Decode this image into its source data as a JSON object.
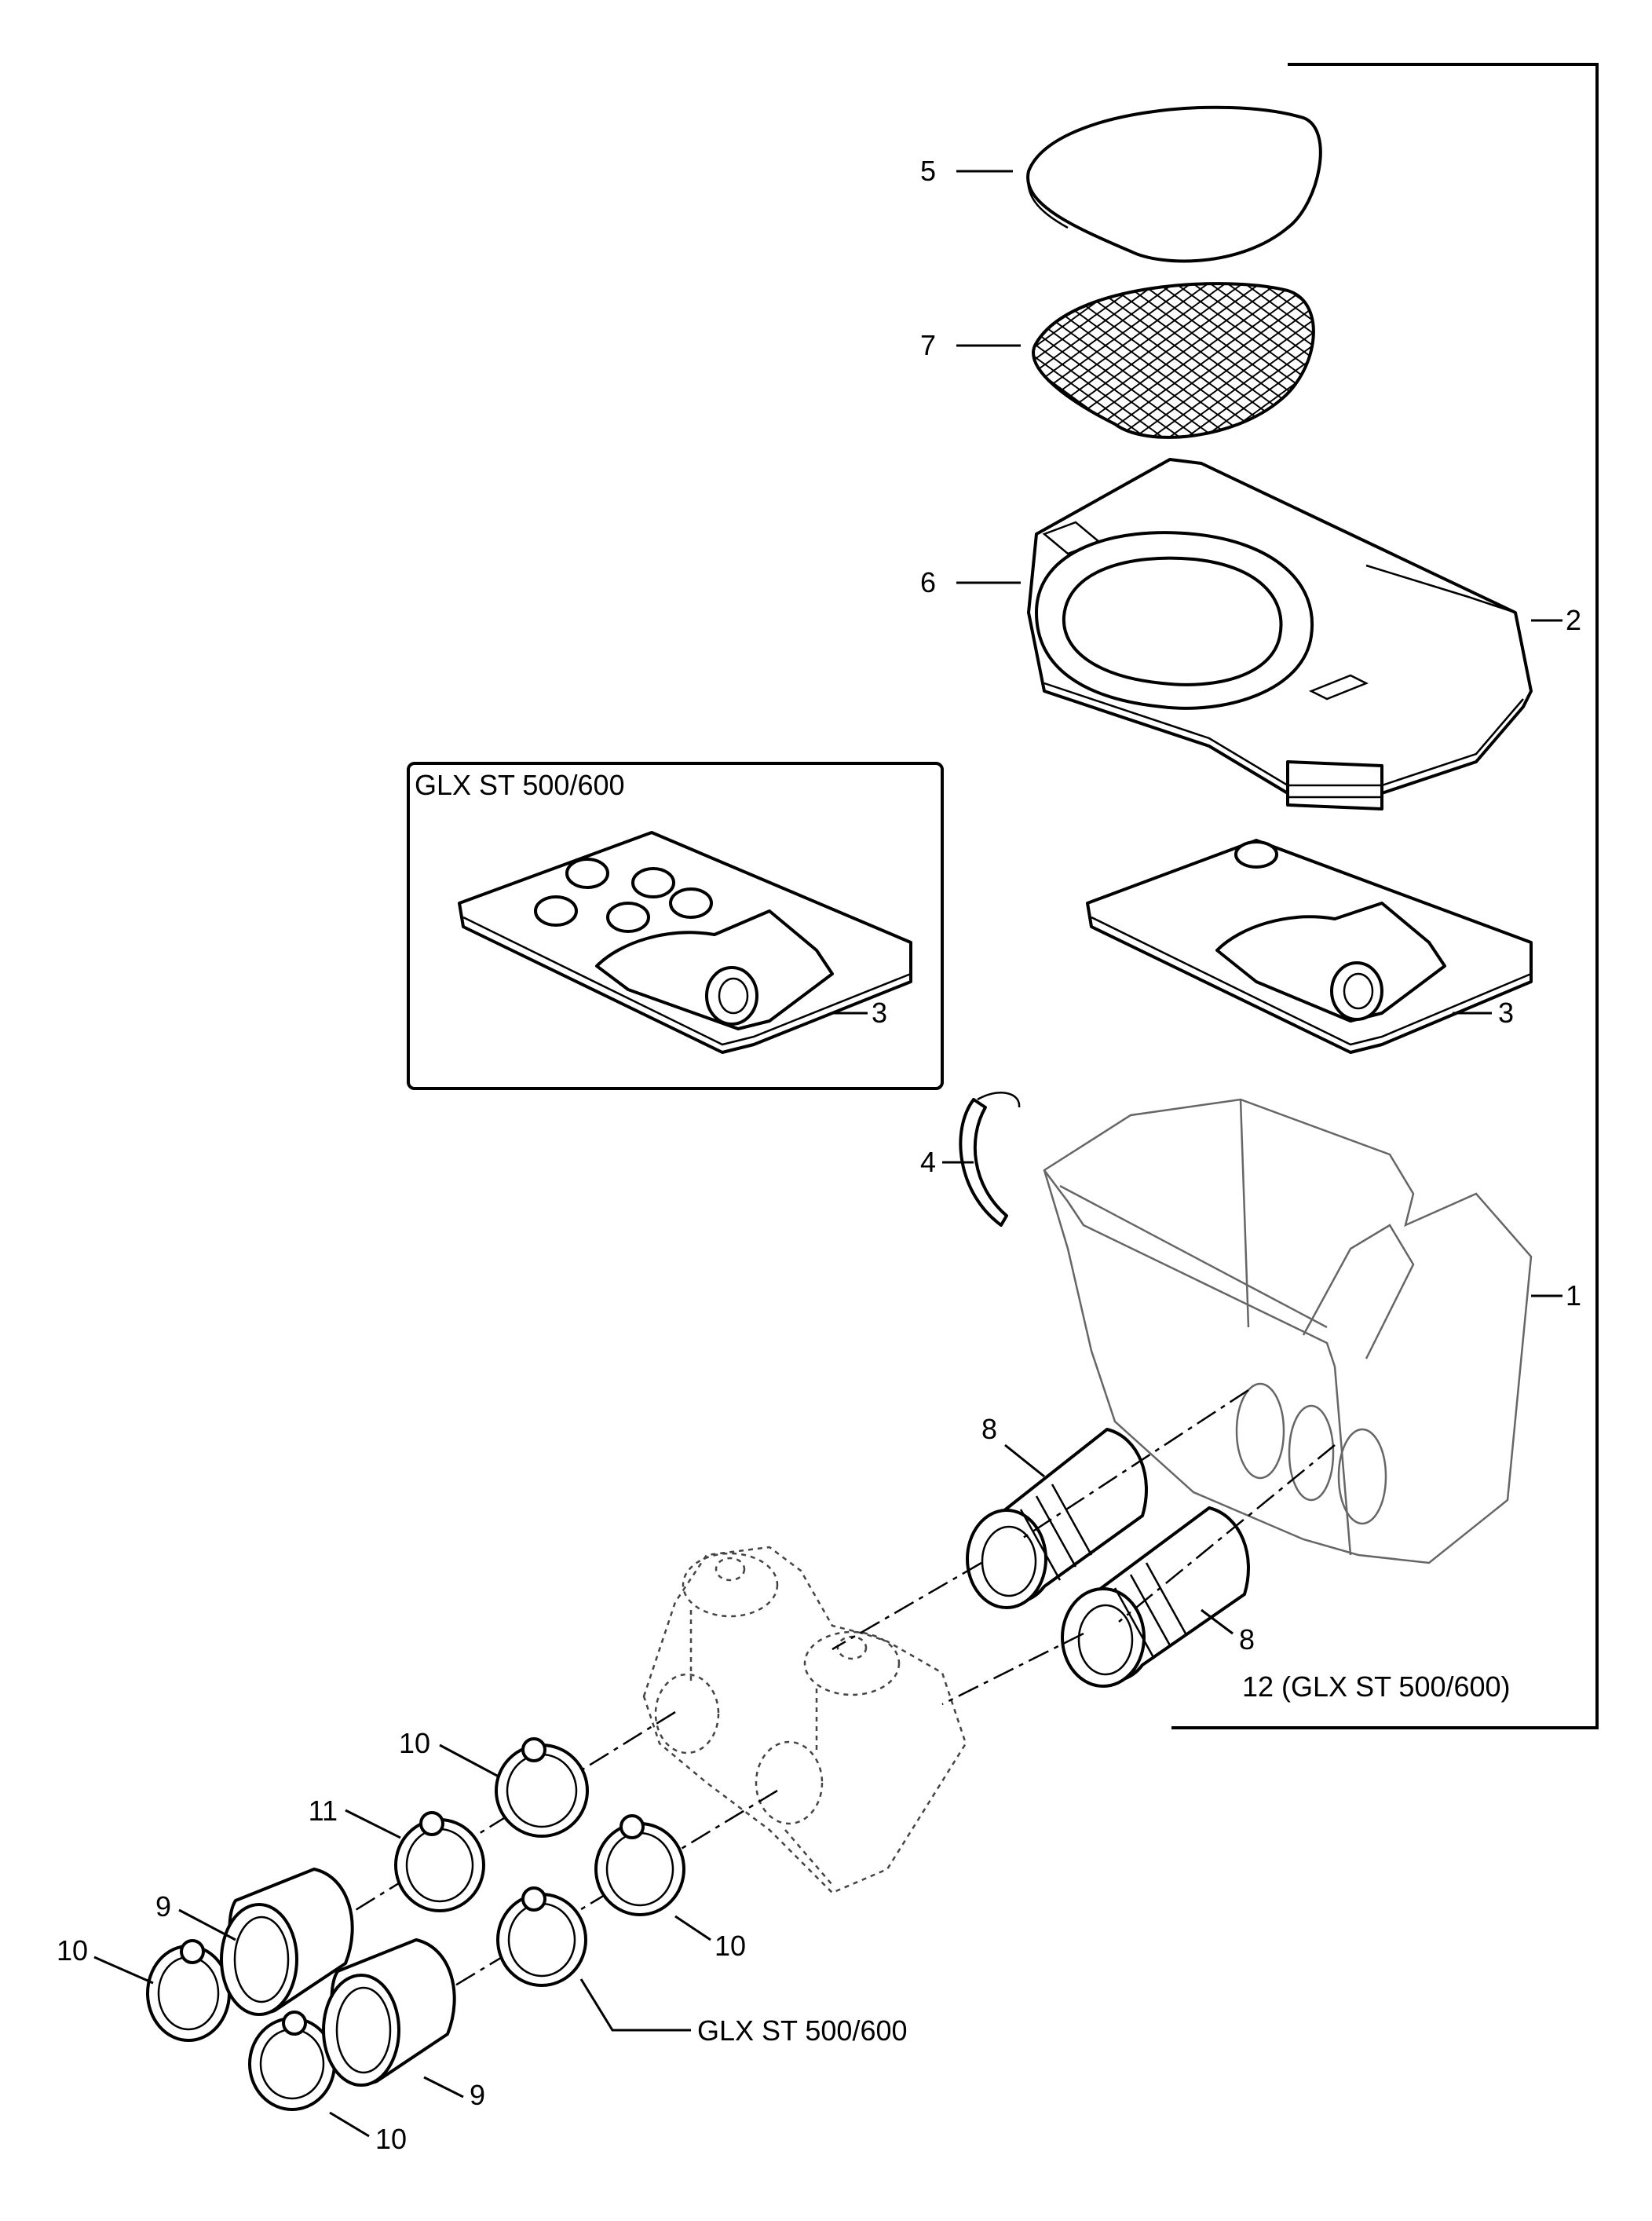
{
  "callouts": {
    "c1": "1",
    "c2": "2",
    "c3a": "3",
    "c3b": "3",
    "c4": "4",
    "c5": "5",
    "c6": "6",
    "c7": "7",
    "c8a": "8",
    "c8b": "8",
    "c9a": "9",
    "c9b": "9",
    "c10a": "10",
    "c10b": "10",
    "c10c": "10",
    "c10d": "10",
    "c11": "11",
    "c12": "12 (GLX ST 500/600)"
  },
  "inset_title": "GLX ST 500/600",
  "variant_note": "GLX ST 500/600"
}
